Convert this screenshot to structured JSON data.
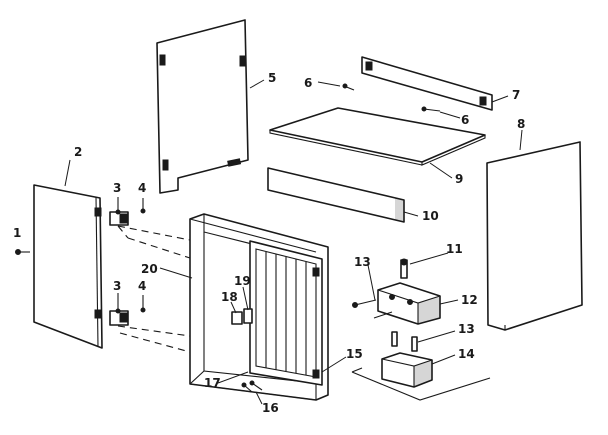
{
  "callouts": [
    {
      "id": "c1",
      "text": "1"
    },
    {
      "id": "c2",
      "text": "2"
    },
    {
      "id": "c3a",
      "text": "3"
    },
    {
      "id": "c4a",
      "text": "4"
    },
    {
      "id": "c3b",
      "text": "3"
    },
    {
      "id": "c4b",
      "text": "4"
    },
    {
      "id": "c5",
      "text": "5"
    },
    {
      "id": "c6a",
      "text": "6"
    },
    {
      "id": "c6b",
      "text": "6"
    },
    {
      "id": "c7",
      "text": "7"
    },
    {
      "id": "c8",
      "text": "8"
    },
    {
      "id": "c9",
      "text": "9"
    },
    {
      "id": "c10",
      "text": "10"
    },
    {
      "id": "c11",
      "text": "11"
    },
    {
      "id": "c12",
      "text": "12"
    },
    {
      "id": "c13a",
      "text": "13"
    },
    {
      "id": "c13b",
      "text": "13"
    },
    {
      "id": "c14",
      "text": "14"
    },
    {
      "id": "c15",
      "text": "15"
    },
    {
      "id": "c16",
      "text": "16"
    },
    {
      "id": "c17",
      "text": "17"
    },
    {
      "id": "c18",
      "text": "18"
    },
    {
      "id": "c19",
      "text": "19"
    },
    {
      "id": "c20",
      "text": "20"
    }
  ]
}
